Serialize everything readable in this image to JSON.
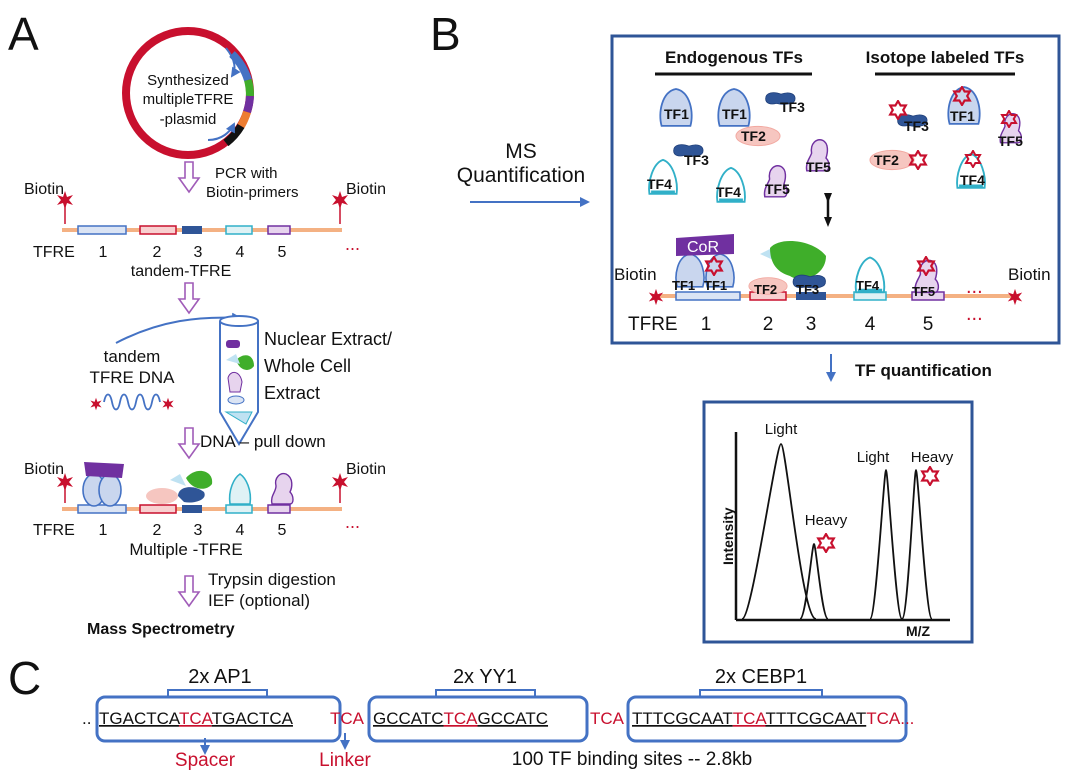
{
  "panels": {
    "a": "A",
    "b": "B",
    "c": "C"
  },
  "colors": {
    "red": "#c8102e",
    "blue": "#4472c4",
    "darkblue": "#2f5597",
    "purple": "#7030a0",
    "backbone": "#f4b183",
    "green": "#3fae2a"
  },
  "panel_a": {
    "plasmid_label": [
      "Synthesized",
      "multipleTFRE",
      "-plasmid"
    ],
    "pcr_step": [
      "PCR with",
      "Biotin-primers"
    ],
    "biotin": "Biotin",
    "tfre": "TFRE",
    "site_numbers": [
      "1",
      "2",
      "3",
      "4",
      "5"
    ],
    "ellipsis": "...",
    "tandem_label": "tandem-TFRE",
    "tandem_dna": [
      "tandem",
      "TFRE DNA"
    ],
    "extract": [
      "Nuclear Extract/",
      "Whole Cell",
      "Extract"
    ],
    "pulldown": "DNA – pull down",
    "multiple_label": "Multiple -TFRE",
    "digestion": [
      "Trypsin digestion",
      "IEF (optional)"
    ],
    "mass_spec": "Mass Spectrometry"
  },
  "panel_b": {
    "ms_quant": [
      "MS",
      "Quantification"
    ],
    "endogenous": "Endogenous TFs",
    "isotope": "Isotope labeled TFs",
    "tf_labels": [
      "TF1",
      "TF2",
      "TF3",
      "TF4",
      "TF5"
    ],
    "cor": "CoR",
    "biotin": "Biotin",
    "tfre": "TFRE",
    "site_numbers": [
      "1",
      "2",
      "3",
      "4",
      "5"
    ],
    "ellipsis": "...",
    "tf_quant": "TF quantification"
  },
  "chart": {
    "ylabel": "Intensity",
    "xlabel": "M/Z",
    "peak_labels": [
      "Light",
      "Heavy",
      "Light",
      "Heavy"
    ]
  },
  "panel_c": {
    "groups": [
      "2x AP1",
      "2x YY1",
      "2x CEBP1"
    ],
    "seq": {
      "lead": "..",
      "ap1_a": "TGACTCA",
      "ap1_sp": "TCA",
      "ap1_b": "TGACTCA",
      "link1": "TCA",
      "yy1_a": "GCCATC",
      "yy1_sp": "TCA",
      "yy1_b": "GCCATC",
      "link2": "TCA",
      "ceb_a": "TTTCGCAAT",
      "ceb_sp": "TCA",
      "ceb_b": "TTTCGCAAT",
      "tail": "TCA..."
    },
    "spacer": "Spacer",
    "linker": "Linker",
    "summary": "100 TF binding sites -- 2.8kb"
  }
}
